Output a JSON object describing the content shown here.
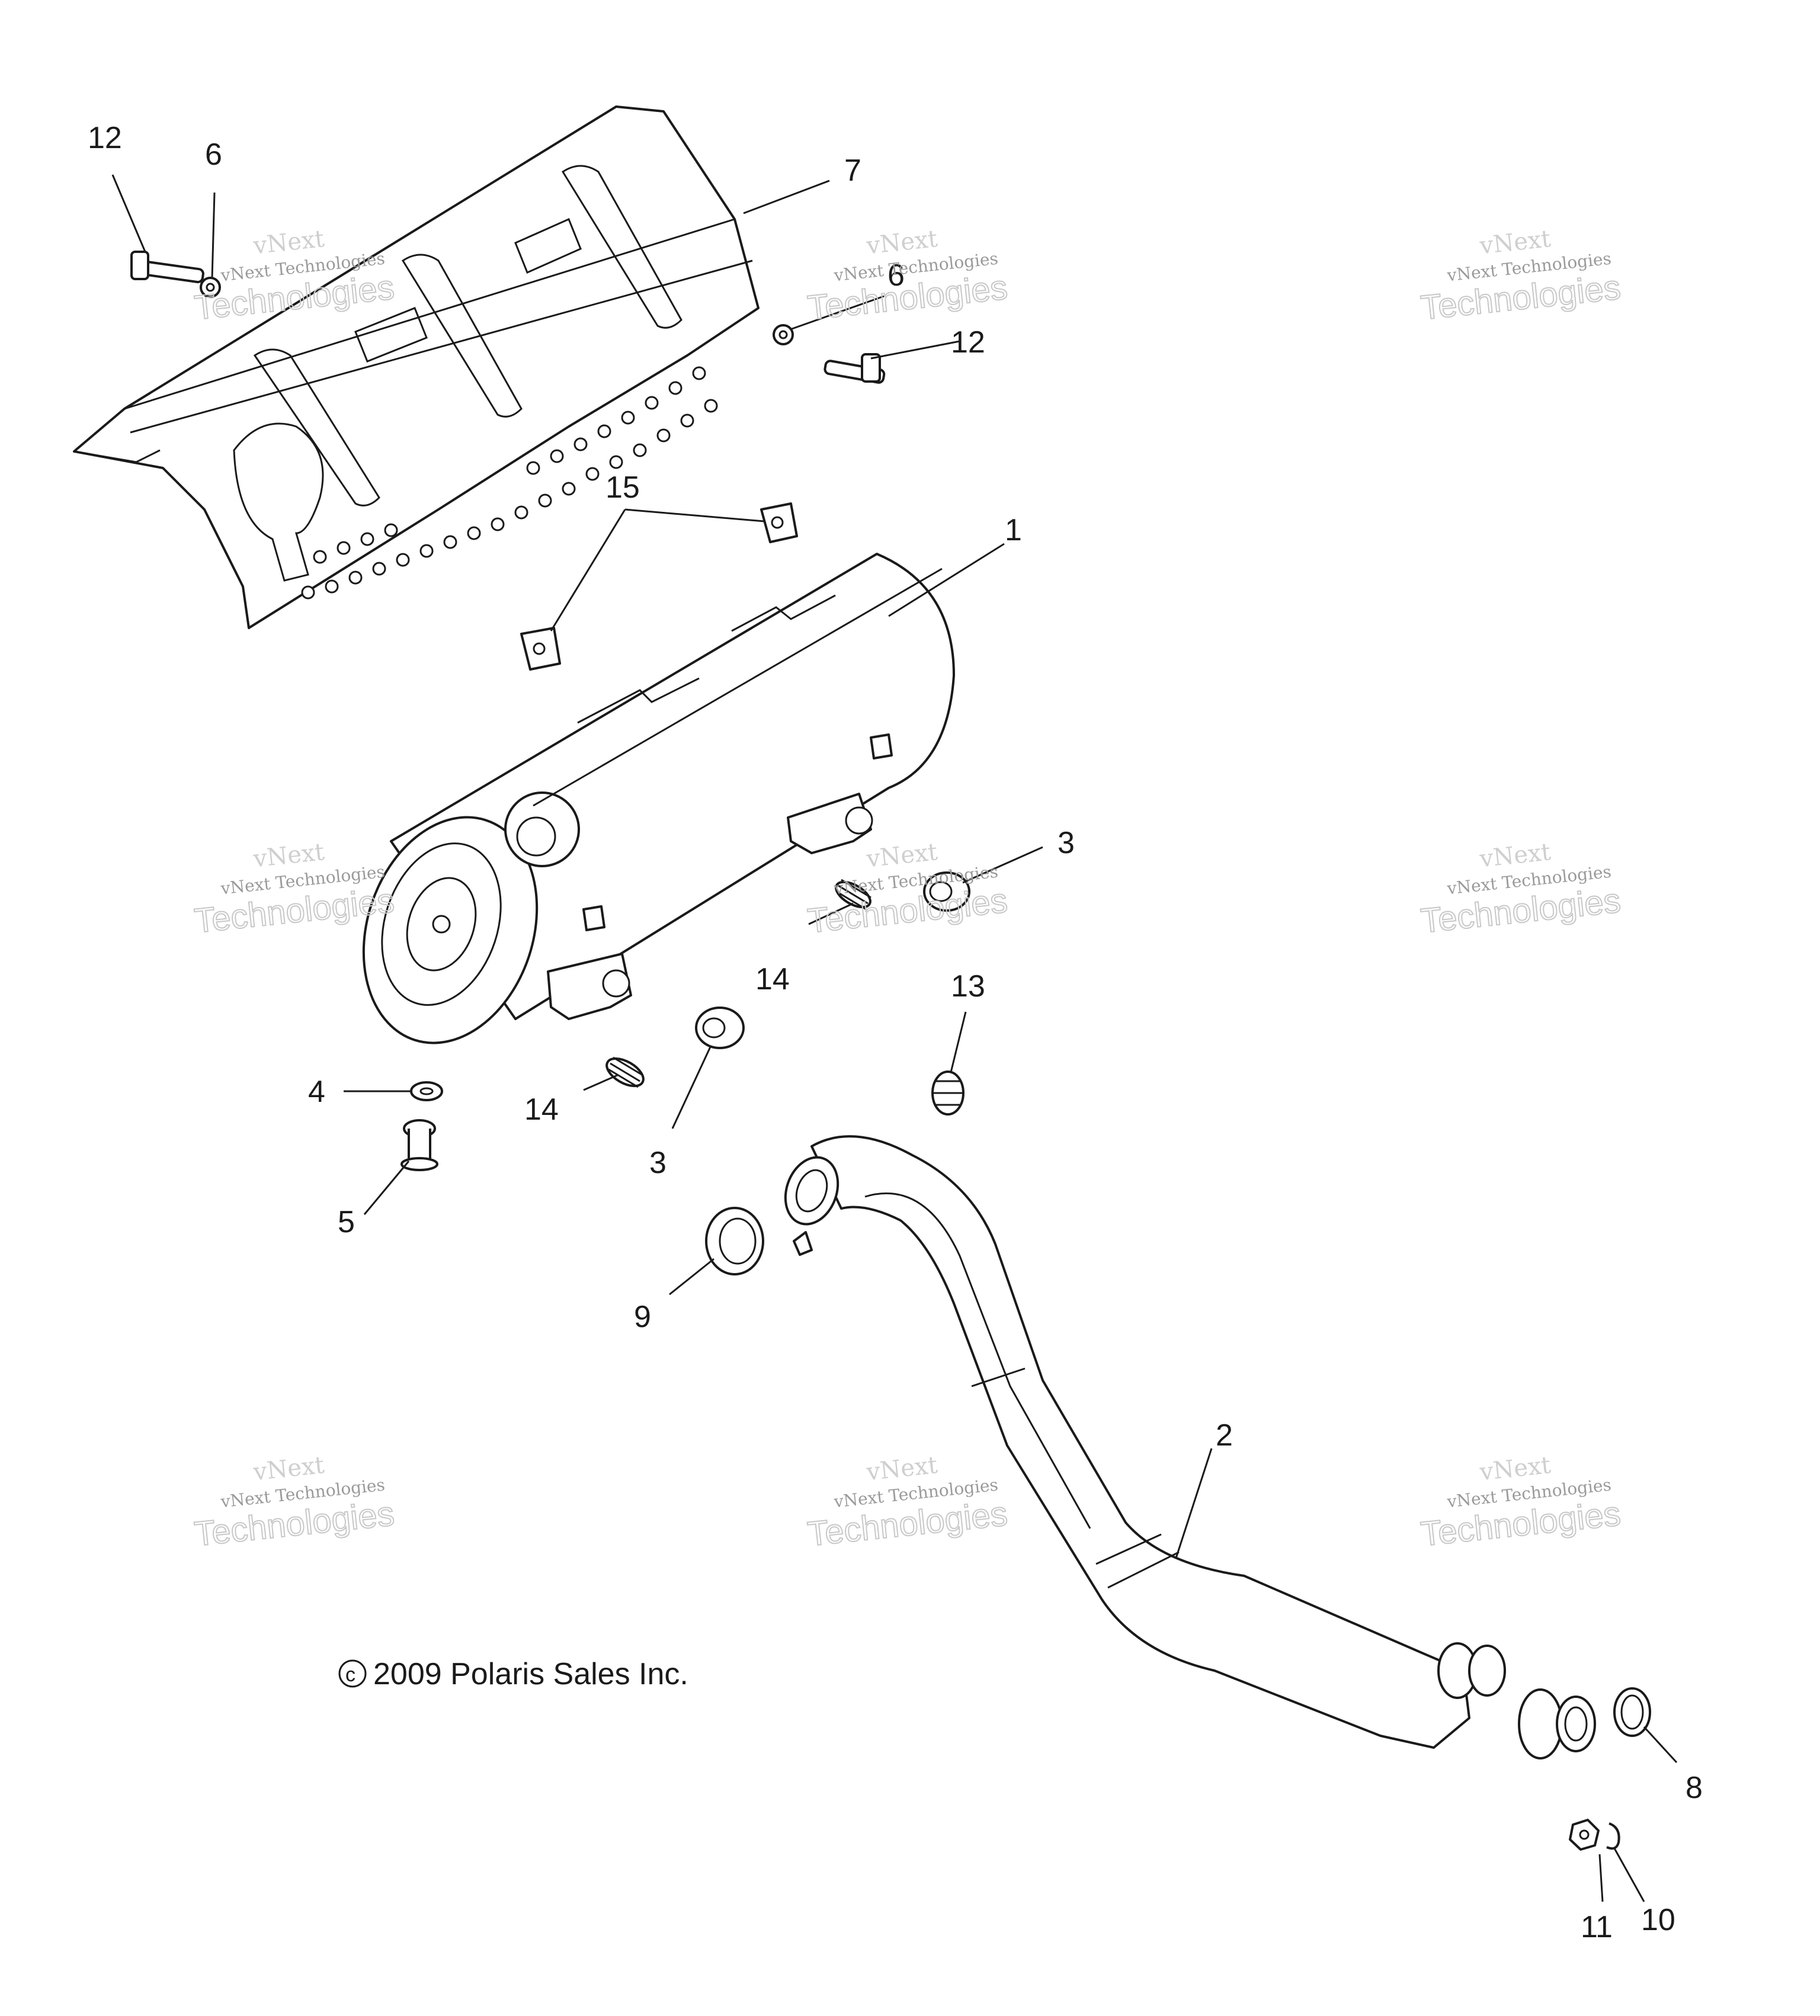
{
  "diagram": {
    "callouts": [
      {
        "id": "12a",
        "text": "12"
      },
      {
        "id": "6a",
        "text": "6"
      },
      {
        "id": "7",
        "text": "7"
      },
      {
        "id": "6b",
        "text": "6"
      },
      {
        "id": "12b",
        "text": "12"
      },
      {
        "id": "15",
        "text": "15"
      },
      {
        "id": "1",
        "text": "1"
      },
      {
        "id": "3a",
        "text": "3"
      },
      {
        "id": "14a",
        "text": "14"
      },
      {
        "id": "13",
        "text": "13"
      },
      {
        "id": "4",
        "text": "4"
      },
      {
        "id": "14b",
        "text": "14"
      },
      {
        "id": "3b",
        "text": "3"
      },
      {
        "id": "5",
        "text": "5"
      },
      {
        "id": "9",
        "text": "9"
      },
      {
        "id": "2",
        "text": "2"
      },
      {
        "id": "8",
        "text": "8"
      },
      {
        "id": "11",
        "text": "11"
      },
      {
        "id": "10",
        "text": "10"
      }
    ],
    "copyright_symbol": "c",
    "copyright": "2009 Polaris Sales Inc.",
    "watermark": {
      "brand": "vNext Technologies",
      "overlay": "vNext",
      "large": "Technologies"
    }
  }
}
